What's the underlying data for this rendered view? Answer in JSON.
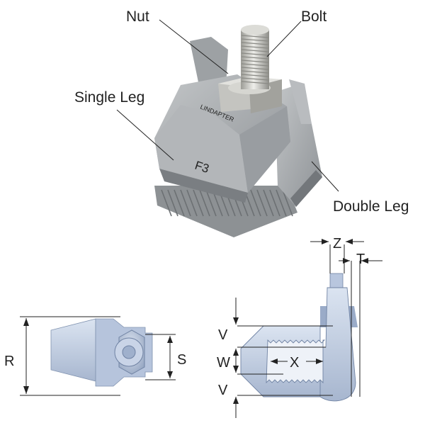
{
  "photo_labels": {
    "nut": "Nut",
    "bolt": "Bolt",
    "single_leg": "Single Leg",
    "double_leg": "Double Leg"
  },
  "casting_marks": {
    "maker": "LINDAPTER",
    "model": "F3"
  },
  "dimensions": {
    "r": "R",
    "s": "S",
    "z": "Z",
    "t": "T",
    "v_top": "V",
    "w": "W",
    "x": "X",
    "v_bottom": "V"
  },
  "colors": {
    "casting": "#a9adb0",
    "casting_dark": "#7c8084",
    "bolt": "#cfcfca",
    "drawing_fill": "#c5d2e6",
    "drawing_shade": "#8e9fbb"
  }
}
